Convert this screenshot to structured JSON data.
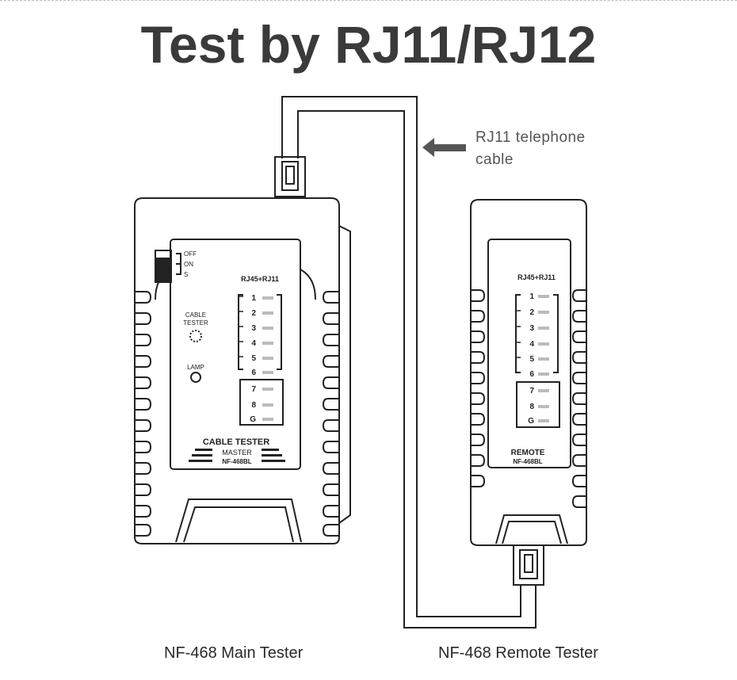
{
  "title": "Test by RJ11/RJ12",
  "cable_label": {
    "line1": "RJ11 telephone",
    "line2": "cable"
  },
  "main_tester": {
    "caption": "NF-468 Main Tester",
    "switch_labels": [
      "OFF",
      "ON",
      "S"
    ],
    "header": "RJ45+RJ11",
    "pins": [
      "1",
      "2",
      "3",
      "4",
      "5",
      "6",
      "7",
      "8",
      "G"
    ],
    "cable_tester_label_1": "CABLE",
    "cable_tester_label_2": "TESTER",
    "lamp_label": "LAMP",
    "brand": "CABLE TESTER",
    "role": "MASTER",
    "model": "NF-468BL"
  },
  "remote_tester": {
    "caption": "NF-468 Remote Tester",
    "header": "RJ45+RJ11",
    "pins": [
      "1",
      "2",
      "3",
      "4",
      "5",
      "6",
      "7",
      "8",
      "G"
    ],
    "role": "REMOTE",
    "model": "NF-468BL"
  },
  "colors": {
    "line": "#222222",
    "title": "#3a3a3a",
    "led": "#bbbbbb"
  }
}
